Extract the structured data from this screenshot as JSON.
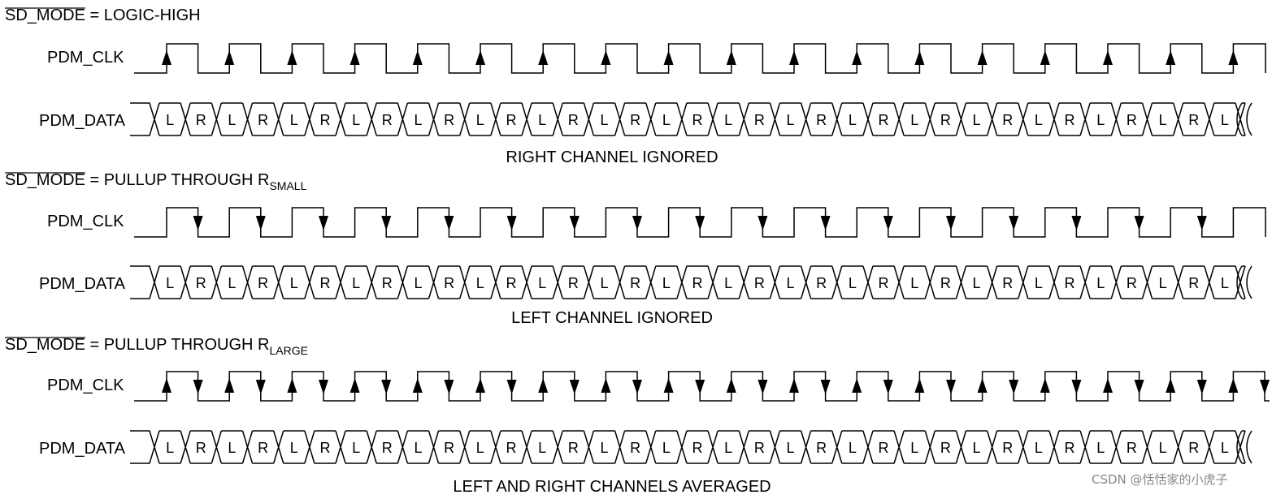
{
  "sections": [
    {
      "title_prefix": "SD_MODE",
      "title_text": " = LOGIC-HIGH",
      "title_subscript": "",
      "clk_label": "PDM_CLK",
      "data_label": "PDM_DATA",
      "arrows": "rising",
      "caption": "RIGHT CHANNEL IGNORED"
    },
    {
      "title_prefix": "SD_MODE",
      "title_text": " = PULLUP THROUGH R",
      "title_subscript": "SMALL",
      "clk_label": "PDM_CLK",
      "data_label": "PDM_DATA",
      "arrows": "falling",
      "caption": "LEFT CHANNEL IGNORED"
    },
    {
      "title_prefix": "SD_MODE",
      "title_text": " = PULLUP THROUGH R",
      "title_subscript": "LARGE",
      "clk_label": "PDM_CLK",
      "data_label": "PDM_DATA",
      "arrows": "both",
      "caption": "LEFT AND RIGHT CHANNELS AVERAGED"
    }
  ],
  "data_cells": [
    "L",
    "R",
    "L",
    "R",
    "L",
    "R",
    "L",
    "R",
    "L",
    "R",
    "L",
    "R",
    "L",
    "R",
    "L",
    "R",
    "L",
    "R",
    "L",
    "R",
    "L",
    "R",
    "L",
    "R",
    "L",
    "R",
    "L",
    "R",
    "L",
    "R",
    "L",
    "R",
    "L",
    "R",
    "L",
    "R"
  ],
  "watermark": "CSDN @恬恬家的小虎子"
}
